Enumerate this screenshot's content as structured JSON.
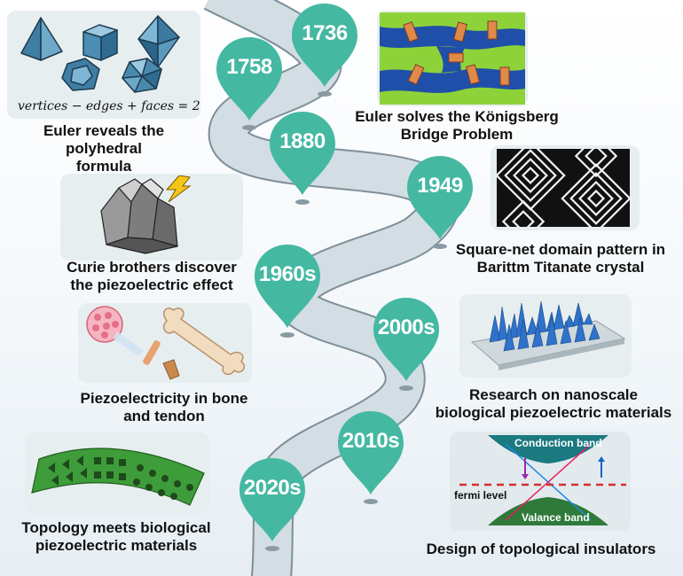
{
  "timeline": [
    {
      "year": "1736",
      "caption_lines": [
        "Euler solves the Königsberg",
        "Bridge Problem"
      ]
    },
    {
      "year": "1758",
      "caption_lines": [
        "Euler reveals the polyhedral",
        "formula"
      ],
      "formula": "vertices − edges + faces = 2"
    },
    {
      "year": "1880",
      "caption_lines": [
        "Curie brothers discover",
        "the piezoelectric effect"
      ]
    },
    {
      "year": "1949",
      "caption_lines": [
        "Square-net domain pattern in",
        "Barittm Titanate crystal"
      ]
    },
    {
      "year": "1960s",
      "caption_lines": [
        "Piezoelectricity in bone",
        "and tendon"
      ]
    },
    {
      "year": "2000s",
      "caption_lines": [
        "Research on nanoscale",
        "biological piezoelectric materials"
      ]
    },
    {
      "year": "2010s",
      "caption_lines": [
        "Design of topological insulators"
      ]
    },
    {
      "year": "2020s",
      "caption_lines": [
        "Topology meets biological",
        "piezoelectric materials"
      ]
    }
  ],
  "band_diagram": {
    "conduction": "Conduction band",
    "valence": "Valance band",
    "fermi": "fermi level"
  },
  "colors": {
    "pin": "#45b8a2",
    "road": "#d2dde4",
    "road_edge": "#7f8f99",
    "panel": "#e7eef0",
    "conduction": "#1a7a80",
    "valence": "#2f7a3a"
  },
  "icons": [
    "polyhedra-icon",
    "bridge-map-icon",
    "crystal-icon",
    "lightning-icon",
    "domain-pattern-icon",
    "bone-tendon-icon",
    "nanostructure-icon",
    "band-diagram-icon",
    "lattice-strip-icon"
  ]
}
